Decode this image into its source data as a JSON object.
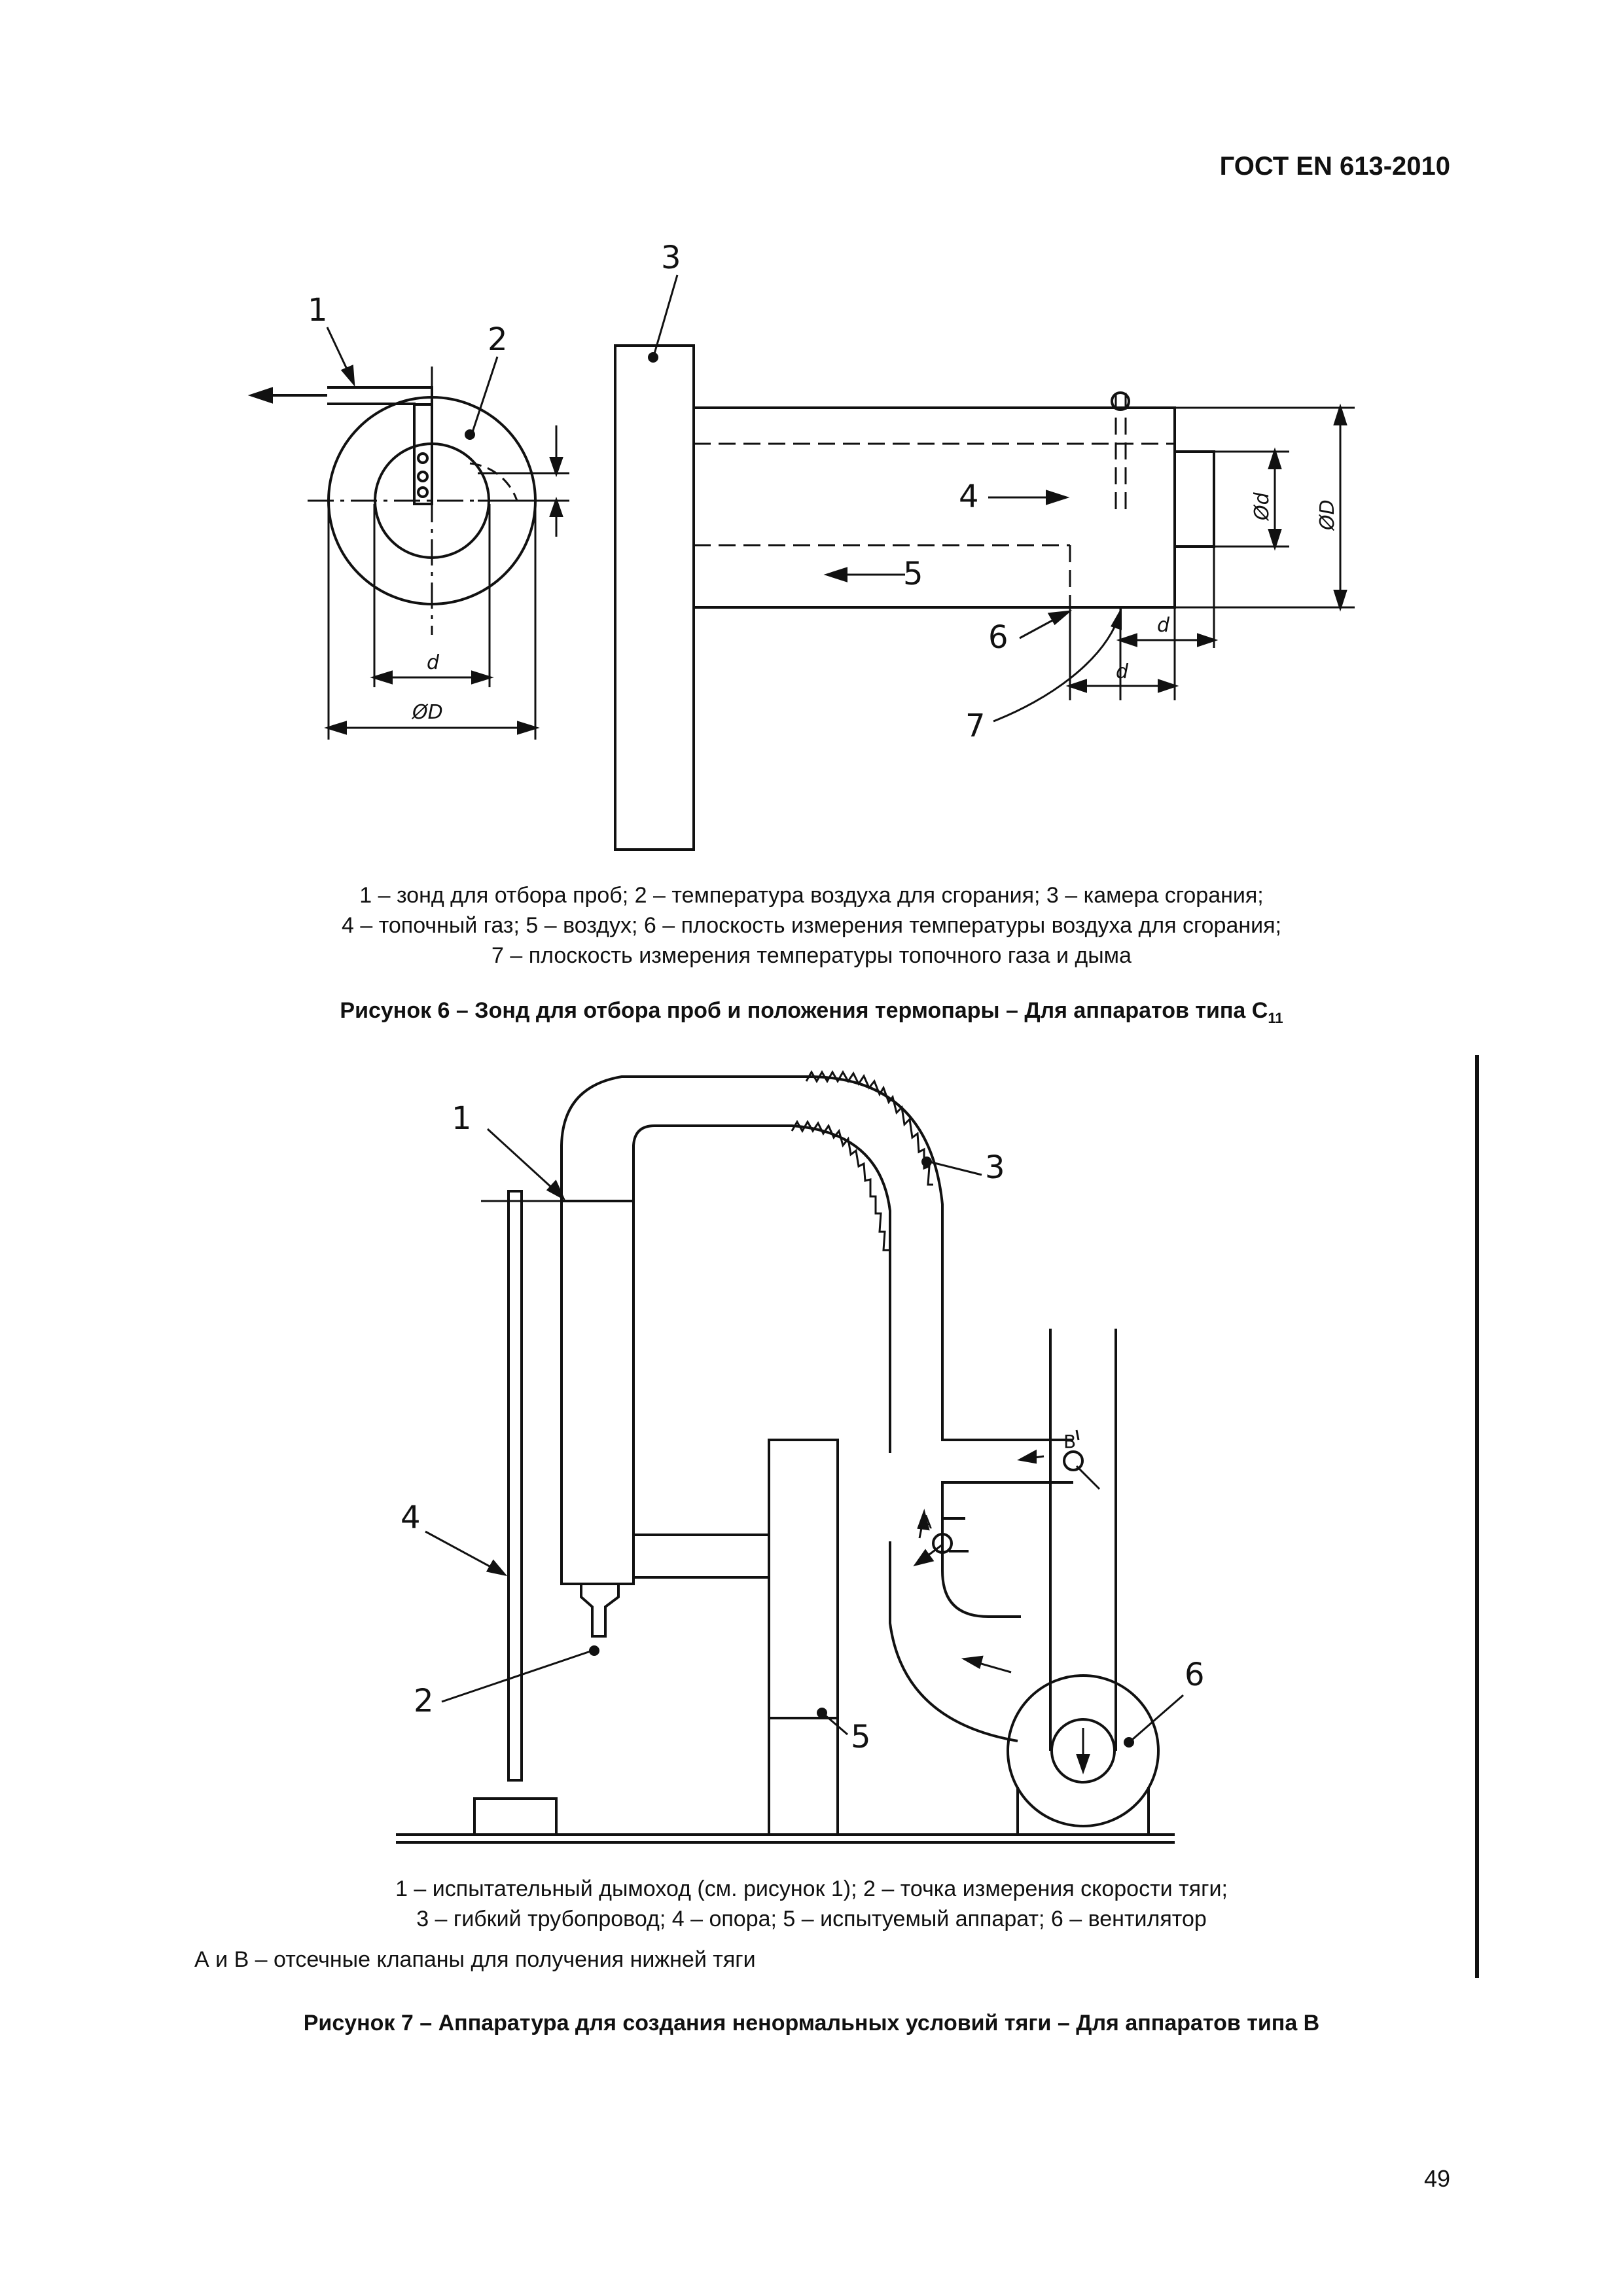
{
  "header": {
    "standard": "ГОСТ EN 613-2010"
  },
  "figure6": {
    "labels": {
      "n1": "1",
      "n2": "2",
      "n3": "3",
      "n4": "4",
      "n5": "5",
      "n6": "6",
      "n7": "7",
      "d": "d",
      "D": "ØD",
      "phi_d": "Ød"
    },
    "legend": [
      "1 – зонд для отбора проб; 2 – температура воздуха для сгорания; 3 – камера сгорания;",
      "4 – топочный газ; 5 – воздух; 6 – плоскость измерения температуры воздуха для сгорания;",
      "7 – плоскость измерения температуры топочного газа и дыма"
    ],
    "caption_main": "Рисунок 6 – Зонд для отбора проб и положения термопары – Для аппаратов типа C",
    "caption_sub": "11"
  },
  "figure7": {
    "labels": {
      "n1": "1",
      "n2": "2",
      "n3": "3",
      "n4": "4",
      "n5": "5",
      "n6": "6",
      "A": "A",
      "B": "B"
    },
    "legend": [
      "1 – испытательный дымоход (см. рисунок 1); 2 – точка измерения скорости тяги;",
      "3 – гибкий трубопровод; 4 – опора; 5 – испытуемый аппарат; 6 – вентилятор"
    ],
    "note": "А и В – отсечные клапаны для получения нижней тяги",
    "caption": "Рисунок 7 – Аппаратура для создания ненормальных условий тяги – Для аппаратов типа В"
  },
  "page_number": "49"
}
